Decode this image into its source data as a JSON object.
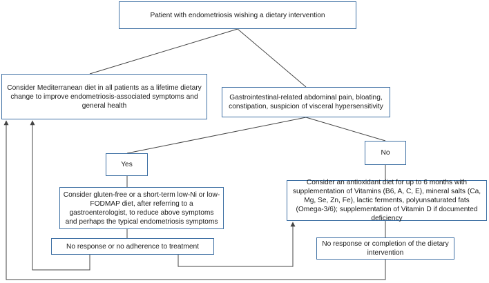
{
  "diagram": {
    "nodes": {
      "root": "Patient with endometriosis wishing a dietary intervention",
      "mediterranean": "Consider Mediterranean diet in all patients as a lifetime dietary change to improve endometriosis-associated symptoms and general health",
      "gi_symptoms": "Gastrointestinal-related abdominal pain, bloating, constipation, suspicion of visceral hypersensitivity",
      "yes": "Yes",
      "no": "No",
      "gluten_free": "Consider gluten-free or a short-term low-Ni or low-FODMAP diet, after referring to a gastroenterologist, to reduce above symptoms and perhaps the typical endometriosis symptoms",
      "antioxidant": "Consider an antioxidant diet for up to 6 months with supplementation of Vitamins (B6, A, C, E), mineral salts (Ca, Mg, Se, Zn, Fe), lactic ferments, polyunsaturated fats (Omega-3/6); supplementation of Vitamin D if documented deficiency",
      "no_response_1": "No response or no adherence to treatment",
      "no_response_2": "No response or completion of the dietary intervention"
    },
    "colors": {
      "box_border": "#3d6fa3",
      "connector": "#444444"
    }
  }
}
